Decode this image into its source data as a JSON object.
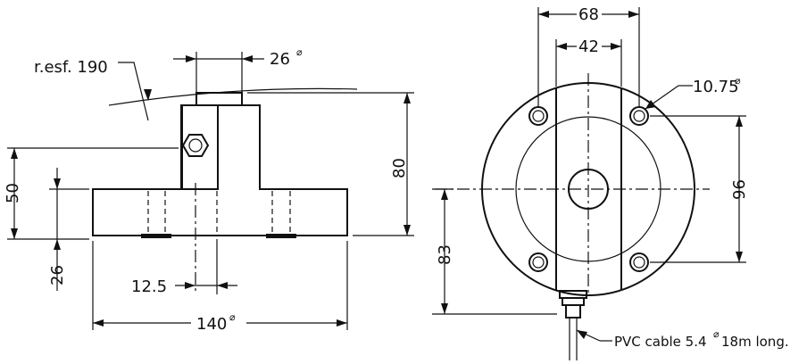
{
  "side_view": {
    "sphere_radius": {
      "label": "r.esf.",
      "value": "190"
    },
    "top_diameter": {
      "value": "26",
      "symbol": "⌀"
    },
    "total_height": {
      "value": "80"
    },
    "body_height": {
      "value": "50"
    },
    "base_height": {
      "value": "26"
    },
    "offset": {
      "value": "12.5"
    },
    "base_diameter": {
      "value": "140",
      "symbol": "⌀"
    }
  },
  "top_view": {
    "outer_width": {
      "value": "68"
    },
    "inner_width": {
      "value": "42"
    },
    "hole_diameter": {
      "value": "10.75",
      "symbol": "⌀"
    },
    "hole_spacing": {
      "value": "96"
    },
    "cable_offset": {
      "value": "83"
    },
    "cable_note": {
      "prefix": "PVC cable 5.4",
      "symbol": "⌀",
      "suffix": "18m long."
    }
  }
}
